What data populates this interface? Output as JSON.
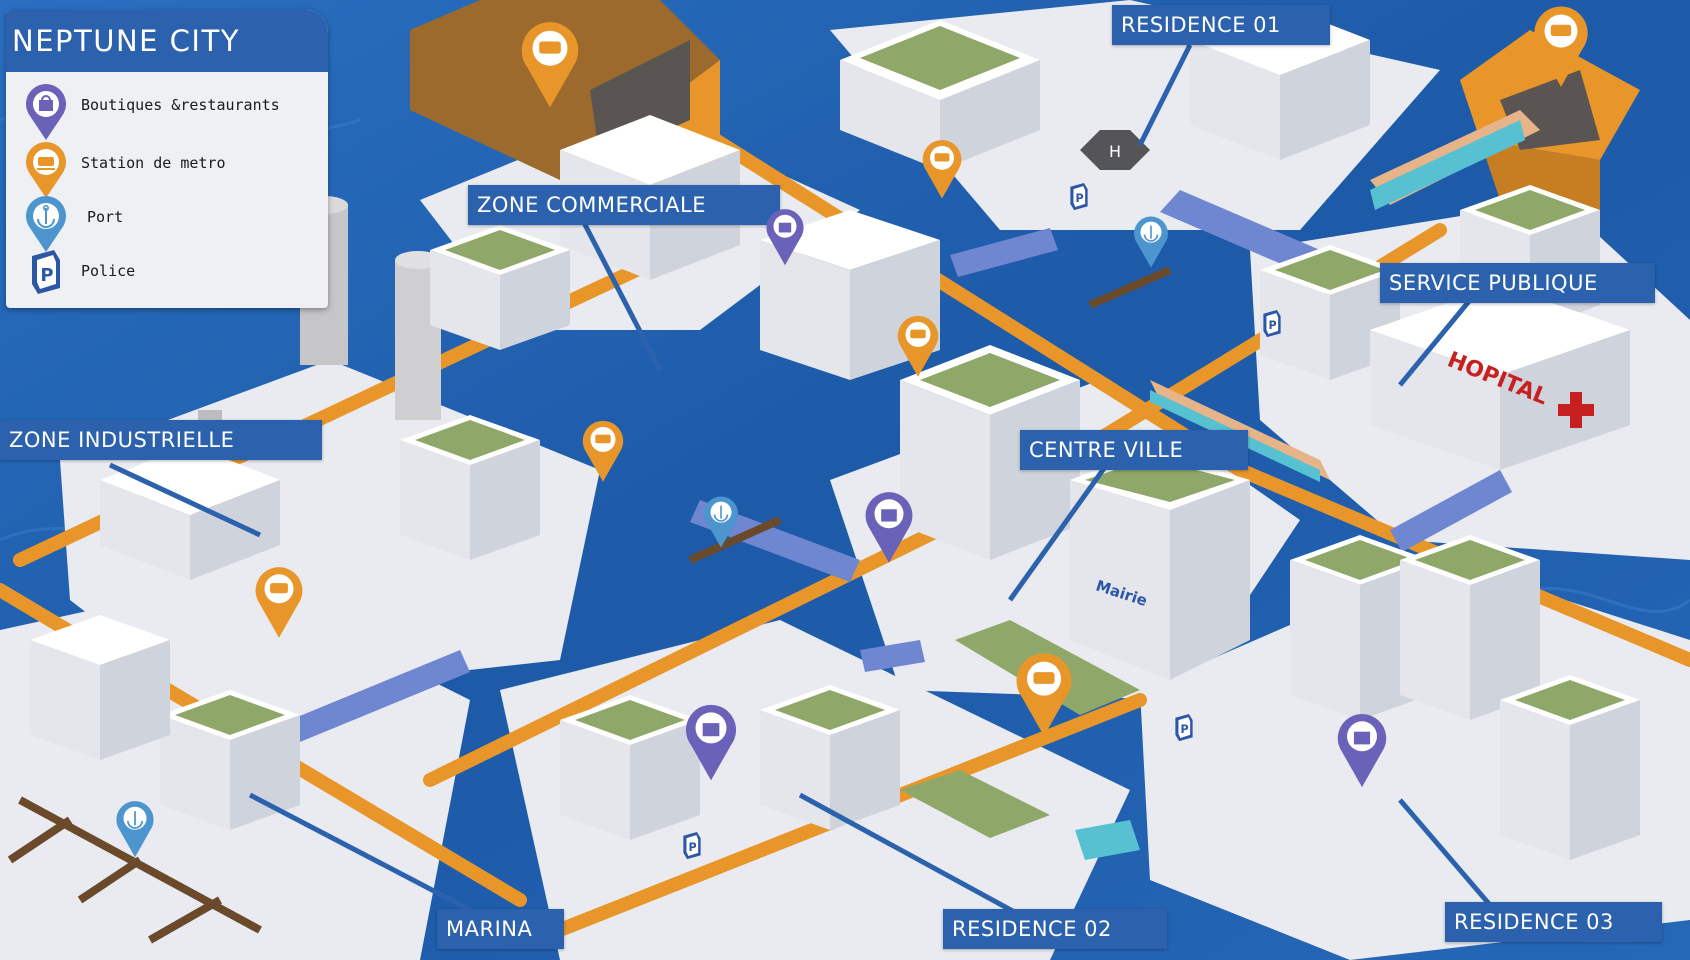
{
  "map": {
    "title": "NEPTUNE CITY",
    "legend": [
      {
        "icon": "shopping-bag-icon",
        "label": "Boutiques &restaurants",
        "color": "#6a62b8"
      },
      {
        "icon": "metro-train-icon",
        "label": "Station de metro",
        "color": "#e8962a"
      },
      {
        "icon": "anchor-icon",
        "label": "Port",
        "color": "#4d95cf"
      },
      {
        "icon": "police-p-icon",
        "label": "Police",
        "color": "#2c56a6"
      }
    ],
    "zones": [
      "RESIDENCE 01",
      "ZONE COMMERCIALE",
      "SERVICE PUBLIQUE",
      "ZONE INDUSTRIELLE",
      "CENTRE VILLE",
      "MARINA",
      "RESIDENCE 02",
      "RESIDENCE 03"
    ],
    "building_labels": {
      "hospital": "HOPITAL",
      "town_hall": "Mairie"
    },
    "colors": {
      "water": "#1f5fae",
      "label_bg": "#2c62ad",
      "road": "#e8962a",
      "building": "#f4f4f6",
      "bridge": "#6f86d0"
    }
  }
}
